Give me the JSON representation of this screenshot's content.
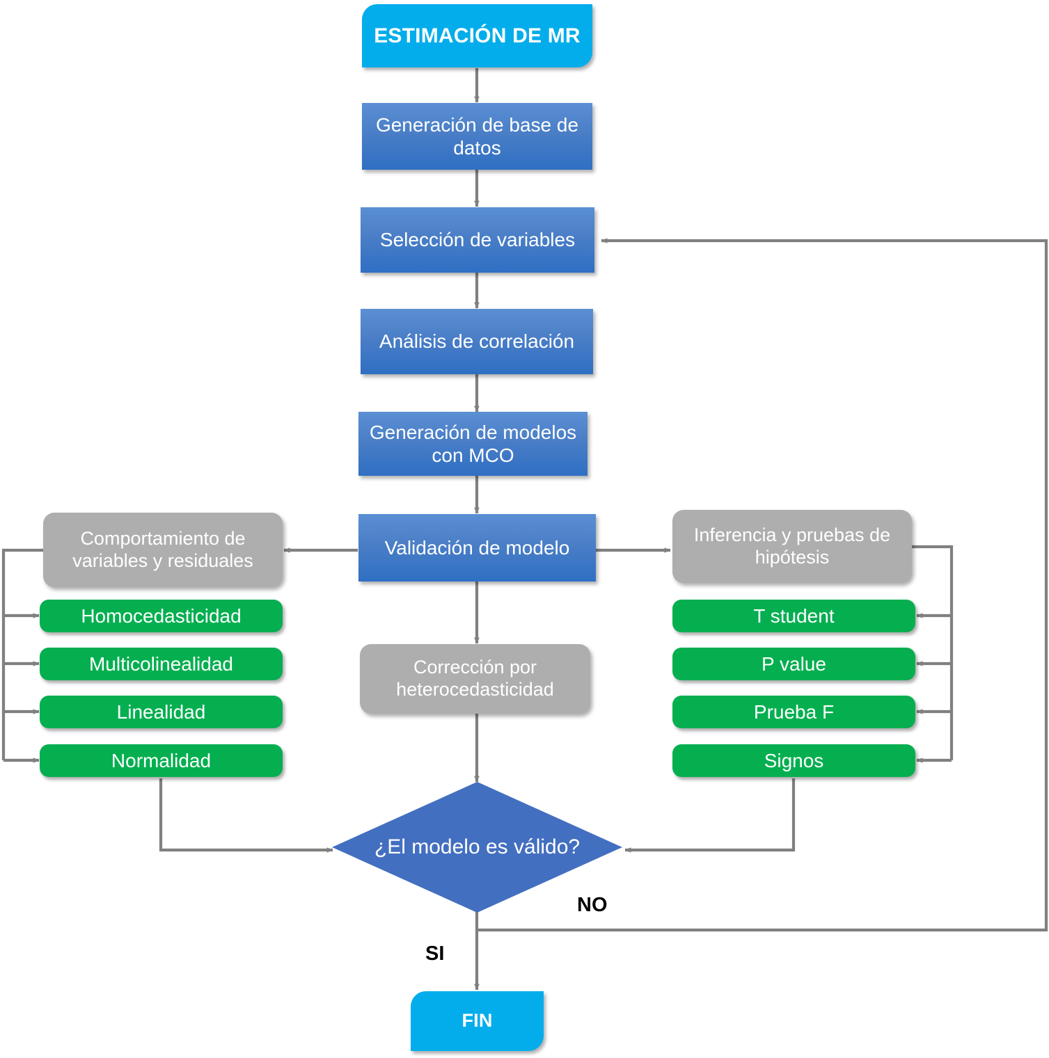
{
  "diagram": {
    "title": "ESTIMACION DE MR - flujo de estimacion de modelo de regresion",
    "colors": {
      "terminator": "#03ADEB",
      "process_blue_top": "#5B8FD4",
      "process_blue_bottom": "#2F6FC4",
      "gray": "#AEAEAE",
      "green": "#05AF50",
      "decision": "#436FC0",
      "connector": "#808080",
      "text_on_shape": "#FFFFFF",
      "edge_label_text": "#000000",
      "background": "#FFFFFF"
    }
  },
  "nodes": {
    "start": {
      "label": "ESTIMACIÓN DE MR",
      "shape": "terminator"
    },
    "base_datos": {
      "label": "Generación de base de datos",
      "shape": "process"
    },
    "seleccion": {
      "label": "Selección de variables",
      "shape": "process"
    },
    "correlacion": {
      "label": "Análisis de correlación",
      "shape": "process"
    },
    "modelos_mco": {
      "label": "Generación de modelos con MCO",
      "shape": "process"
    },
    "validacion": {
      "label": "Validación de modelo",
      "shape": "process"
    },
    "comportamiento": {
      "label": "Comportamiento de variables y residuales",
      "shape": "gray"
    },
    "inferencia": {
      "label": "Inferencia y pruebas de hipótesis",
      "shape": "gray"
    },
    "correccion": {
      "label": "Corrección por heterocedasticidad",
      "shape": "gray"
    },
    "decision": {
      "label": "¿El modelo es válido?",
      "shape": "diamond"
    },
    "fin": {
      "label": "FIN",
      "shape": "terminator"
    }
  },
  "left_checks": [
    {
      "label": "Homocedasticidad"
    },
    {
      "label": "Multicolinealidad"
    },
    {
      "label": "Linealidad"
    },
    {
      "label": "Normalidad"
    }
  ],
  "right_tests": [
    {
      "label": "T student"
    },
    {
      "label": "P value"
    },
    {
      "label": "Prueba F"
    },
    {
      "label": "Signos"
    }
  ],
  "edge_labels": {
    "no": "NO",
    "si": "SI"
  }
}
